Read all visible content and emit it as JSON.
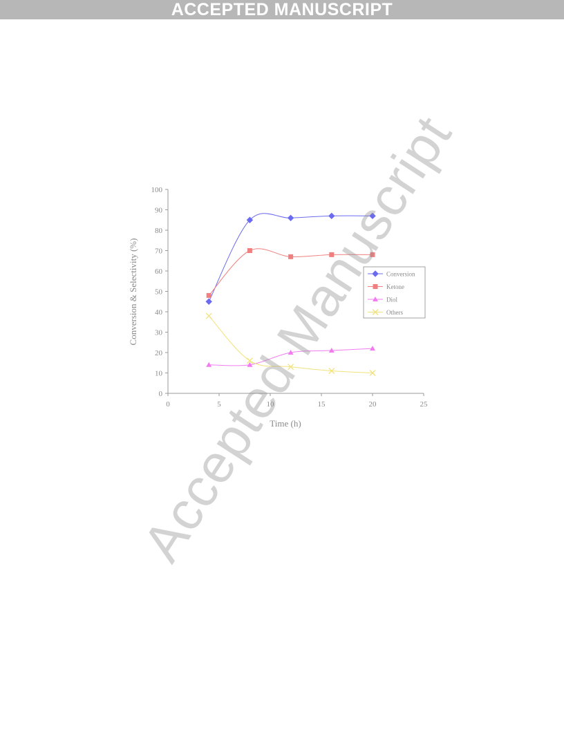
{
  "banner": {
    "text": "ACCEPTED MANUSCRIPT",
    "color": "#b7b7b7"
  },
  "watermark": {
    "text": "Accepted Manuscript"
  },
  "chart_data": {
    "type": "line",
    "title": "",
    "xlabel": "Time (h)",
    "ylabel": "Conversion & Selectivity (%)",
    "xlim": [
      0,
      25
    ],
    "ylim": [
      0,
      100
    ],
    "xticks": [
      0,
      5,
      10,
      15,
      20,
      25
    ],
    "yticks": [
      0,
      10,
      20,
      30,
      40,
      50,
      60,
      70,
      80,
      90,
      100
    ],
    "grid": false,
    "legend_position": "right",
    "series": [
      {
        "name": "Conversion",
        "color": "#6b6bf0",
        "marker": "diamond",
        "x": [
          4,
          8,
          12,
          16,
          20
        ],
        "y": [
          45,
          85,
          86,
          87,
          87
        ]
      },
      {
        "name": "Ketone",
        "color": "#f08080",
        "marker": "square",
        "x": [
          4,
          8,
          12,
          16,
          20
        ],
        "y": [
          48,
          70,
          67,
          68,
          68
        ]
      },
      {
        "name": "Diol",
        "color": "#f07cf0",
        "marker": "triangle",
        "x": [
          4,
          8,
          12,
          16,
          20
        ],
        "y": [
          14,
          14,
          20,
          21,
          22
        ]
      },
      {
        "name": "Others",
        "color": "#f2e27a",
        "marker": "cross",
        "x": [
          4,
          8,
          12,
          16,
          20
        ],
        "y": [
          38,
          16,
          13,
          11,
          10
        ]
      }
    ]
  }
}
